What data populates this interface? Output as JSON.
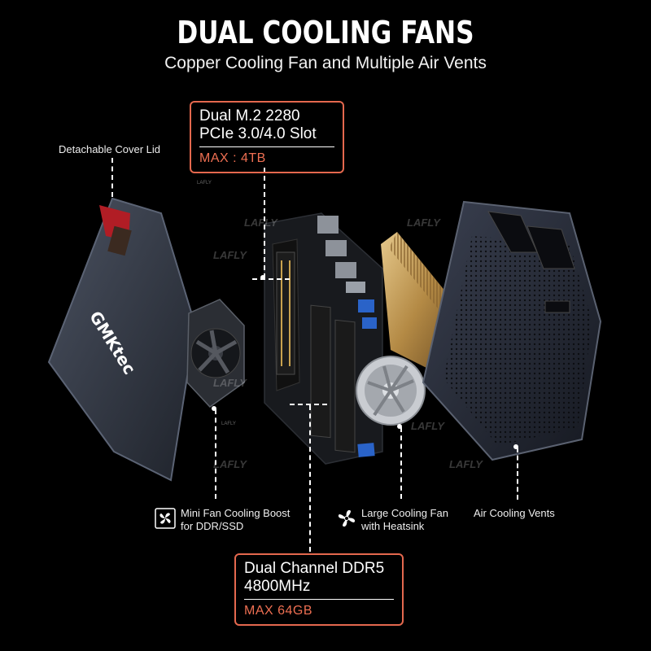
{
  "header": {
    "title": "DUAL COOLING FANS",
    "subtitle": "Copper Cooling Fan and Multiple Air Vents"
  },
  "callouts": {
    "ssd": {
      "line1": "Dual M.2 2280",
      "line2": "PCIe 3.0/4.0 Slot",
      "max": "MAX : 4TB"
    },
    "ram": {
      "line1": "Dual Channel DDR5",
      "line2": "4800MHz",
      "max": "MAX 64GB"
    }
  },
  "labels": {
    "cover": "Detachable Cover Lid",
    "mini_fan_1": "Mini Fan Cooling Boost",
    "mini_fan_2": "for DDR/SSD",
    "large_fan_1": "Large Cooling Fan",
    "large_fan_2": "with Heatsink",
    "air_vents": "Air Cooling Vents"
  },
  "brand": {
    "logo": "GMKtec"
  },
  "watermark": {
    "text": "LAFLY",
    "small": "LAFLY"
  },
  "colors": {
    "accent": "#e4684e",
    "background": "#000000",
    "gold": "#c8a15a"
  },
  "icons": {
    "fan": "fan-icon"
  }
}
